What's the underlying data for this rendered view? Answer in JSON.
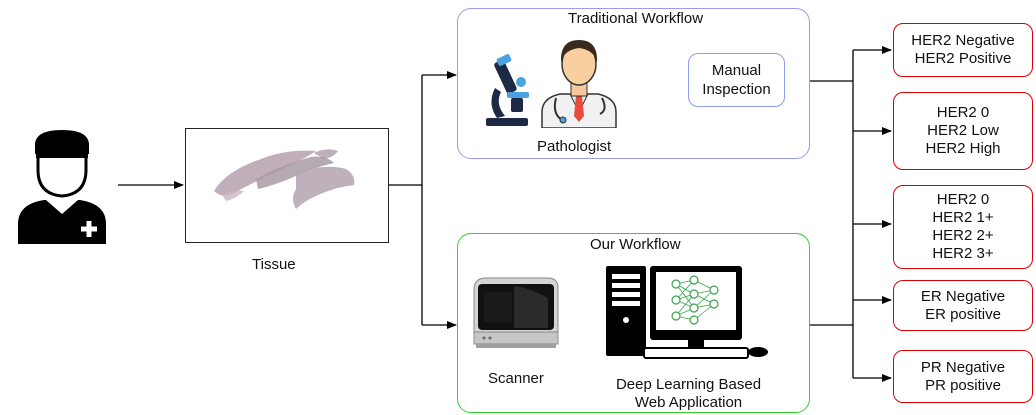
{
  "labels": {
    "tissue": "Tissue",
    "traditional_title": "Traditional Workflow",
    "manual_line1": "Manual",
    "manual_line2": "Inspection",
    "pathologist": "Pathologist",
    "our_title": "Our Workflow",
    "scanner": "Scanner",
    "app_line1": "Deep Learning Based",
    "app_line2": "Web Application"
  },
  "outputs": [
    [
      "HER2 Negative",
      "HER2 Positive"
    ],
    [
      "HER2 0",
      "HER2 Low",
      "HER2 High"
    ],
    [
      "HER2 0",
      "HER2 1+",
      "HER2 2+",
      "HER2 3+"
    ],
    [
      "ER Negative",
      "ER positive"
    ],
    [
      "PR Negative",
      "PR positive"
    ]
  ],
  "colors": {
    "traditional_border": "#9a9af0",
    "our_border": "#33cc33",
    "output_border": "#d90000",
    "manual_border": "#8f9cf2"
  }
}
